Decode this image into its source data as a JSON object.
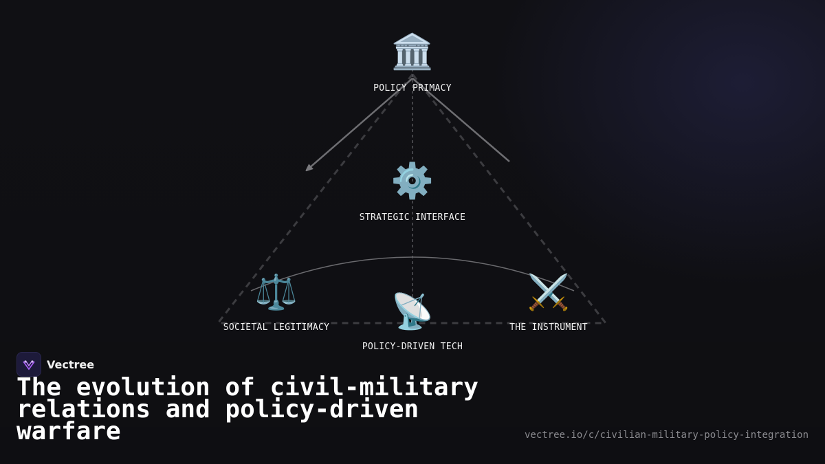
{
  "diagram": {
    "nodes": [
      {
        "icon": "🏛️",
        "icon_name": "classical-building-icon",
        "label": "POLICY PRIMACY"
      },
      {
        "icon": "⚙️",
        "icon_name": "gear-icon",
        "label": "STRATEGIC INTERFACE"
      },
      {
        "icon": "⚖️",
        "icon_name": "balance-scale-icon",
        "label": "SOCIETAL LEGITIMACY"
      },
      {
        "icon": "📡",
        "icon_name": "satellite-dish-icon",
        "label": "POLICY-DRIVEN TECH"
      },
      {
        "icon": "⚔️",
        "icon_name": "crossed-swords-icon",
        "label": "THE INSTRUMENT"
      }
    ]
  },
  "brand": {
    "name": "Vectree"
  },
  "headline": "The evolution of civil-military relations and policy-driven warfare",
  "url": "vectree.io/c/civilian-military-policy-integration",
  "colors": {
    "background": "#101014",
    "line": "#3a3a3e",
    "arrow": "#7a7a7e",
    "logo_accent": "#a35cf0"
  }
}
